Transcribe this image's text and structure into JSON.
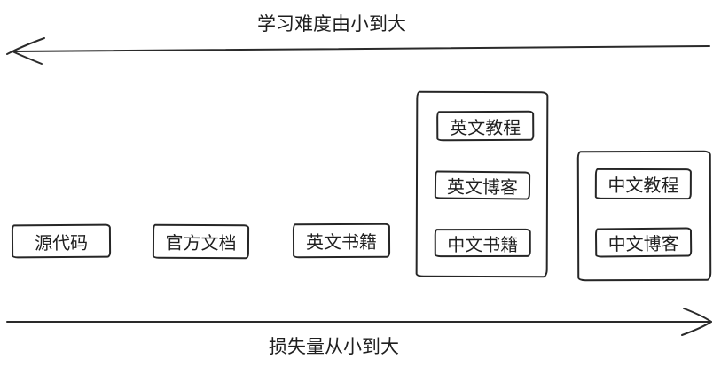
{
  "top_axis": {
    "label": "学习难度由小到大",
    "direction": "left"
  },
  "bottom_axis": {
    "label": "损失量从小到大",
    "direction": "right"
  },
  "standalone_boxes": [
    {
      "label": "源代码"
    },
    {
      "label": "官方文档"
    },
    {
      "label": "英文书籍"
    }
  ],
  "groups": [
    {
      "boxes": [
        {
          "label": "英文教程"
        },
        {
          "label": "英文博客"
        },
        {
          "label": "中文书籍"
        }
      ]
    },
    {
      "boxes": [
        {
          "label": "中文教程"
        },
        {
          "label": "中文博客"
        }
      ]
    }
  ],
  "colors": {
    "ink": "#262626",
    "background": "#ffffff"
  }
}
